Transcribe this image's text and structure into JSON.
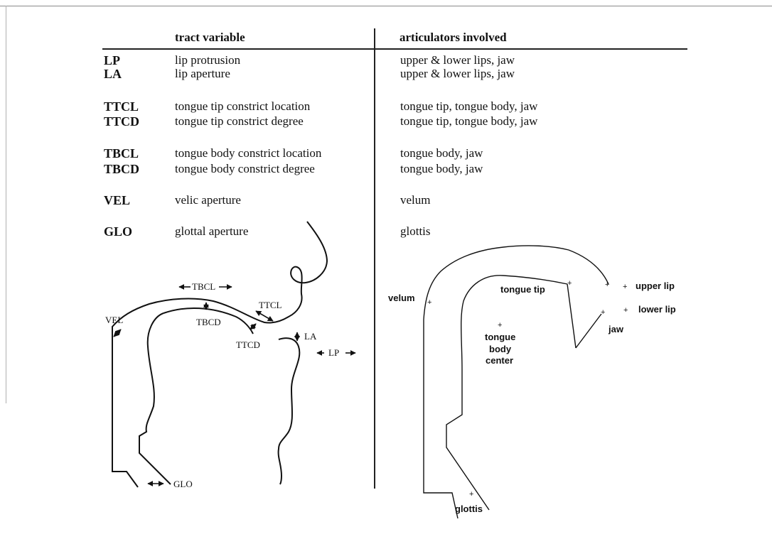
{
  "header": {
    "tract_variable": "tract variable",
    "articulators_involved": "articulators involved"
  },
  "rows": [
    {
      "abbr": "LP",
      "tract": "lip protrusion",
      "articulators": "upper & lower lips, jaw"
    },
    {
      "abbr": "LA",
      "tract": "lip aperture",
      "articulators": "upper & lower lips, jaw"
    },
    {
      "abbr": "TTCL",
      "tract": "tongue tip constrict location",
      "articulators": "tongue tip, tongue body, jaw"
    },
    {
      "abbr": "TTCD",
      "tract": "tongue tip constrict degree",
      "articulators": "tongue tip, tongue body, jaw"
    },
    {
      "abbr": "TBCL",
      "tract": "tongue body constrict location",
      "articulators": "tongue body, jaw"
    },
    {
      "abbr": "TBCD",
      "tract": "tongue body constrict degree",
      "articulators": "tongue body, jaw"
    },
    {
      "abbr": "VEL",
      "tract": "velic aperture",
      "articulators": "velum"
    },
    {
      "abbr": "GLO",
      "tract": "glottal aperture",
      "articulators": "glottis"
    }
  ],
  "left_diagram": {
    "labels": {
      "tbcl": "TBCL",
      "ttcl": "TTCL",
      "vel": "VEL",
      "tbcd": "TBCD",
      "ttcd": "TTCD",
      "la": "LA",
      "lp": "LP",
      "glo": "GLO"
    }
  },
  "right_diagram": {
    "labels": {
      "velum": "velum",
      "tongue_tip": "tongue tip",
      "upper_lip": "upper lip",
      "lower_lip": "lower lip",
      "jaw": "jaw",
      "tongue_body_center_1": "tongue",
      "tongue_body_center_2": "body",
      "tongue_body_center_3": "center",
      "glottis": "glottis"
    }
  }
}
